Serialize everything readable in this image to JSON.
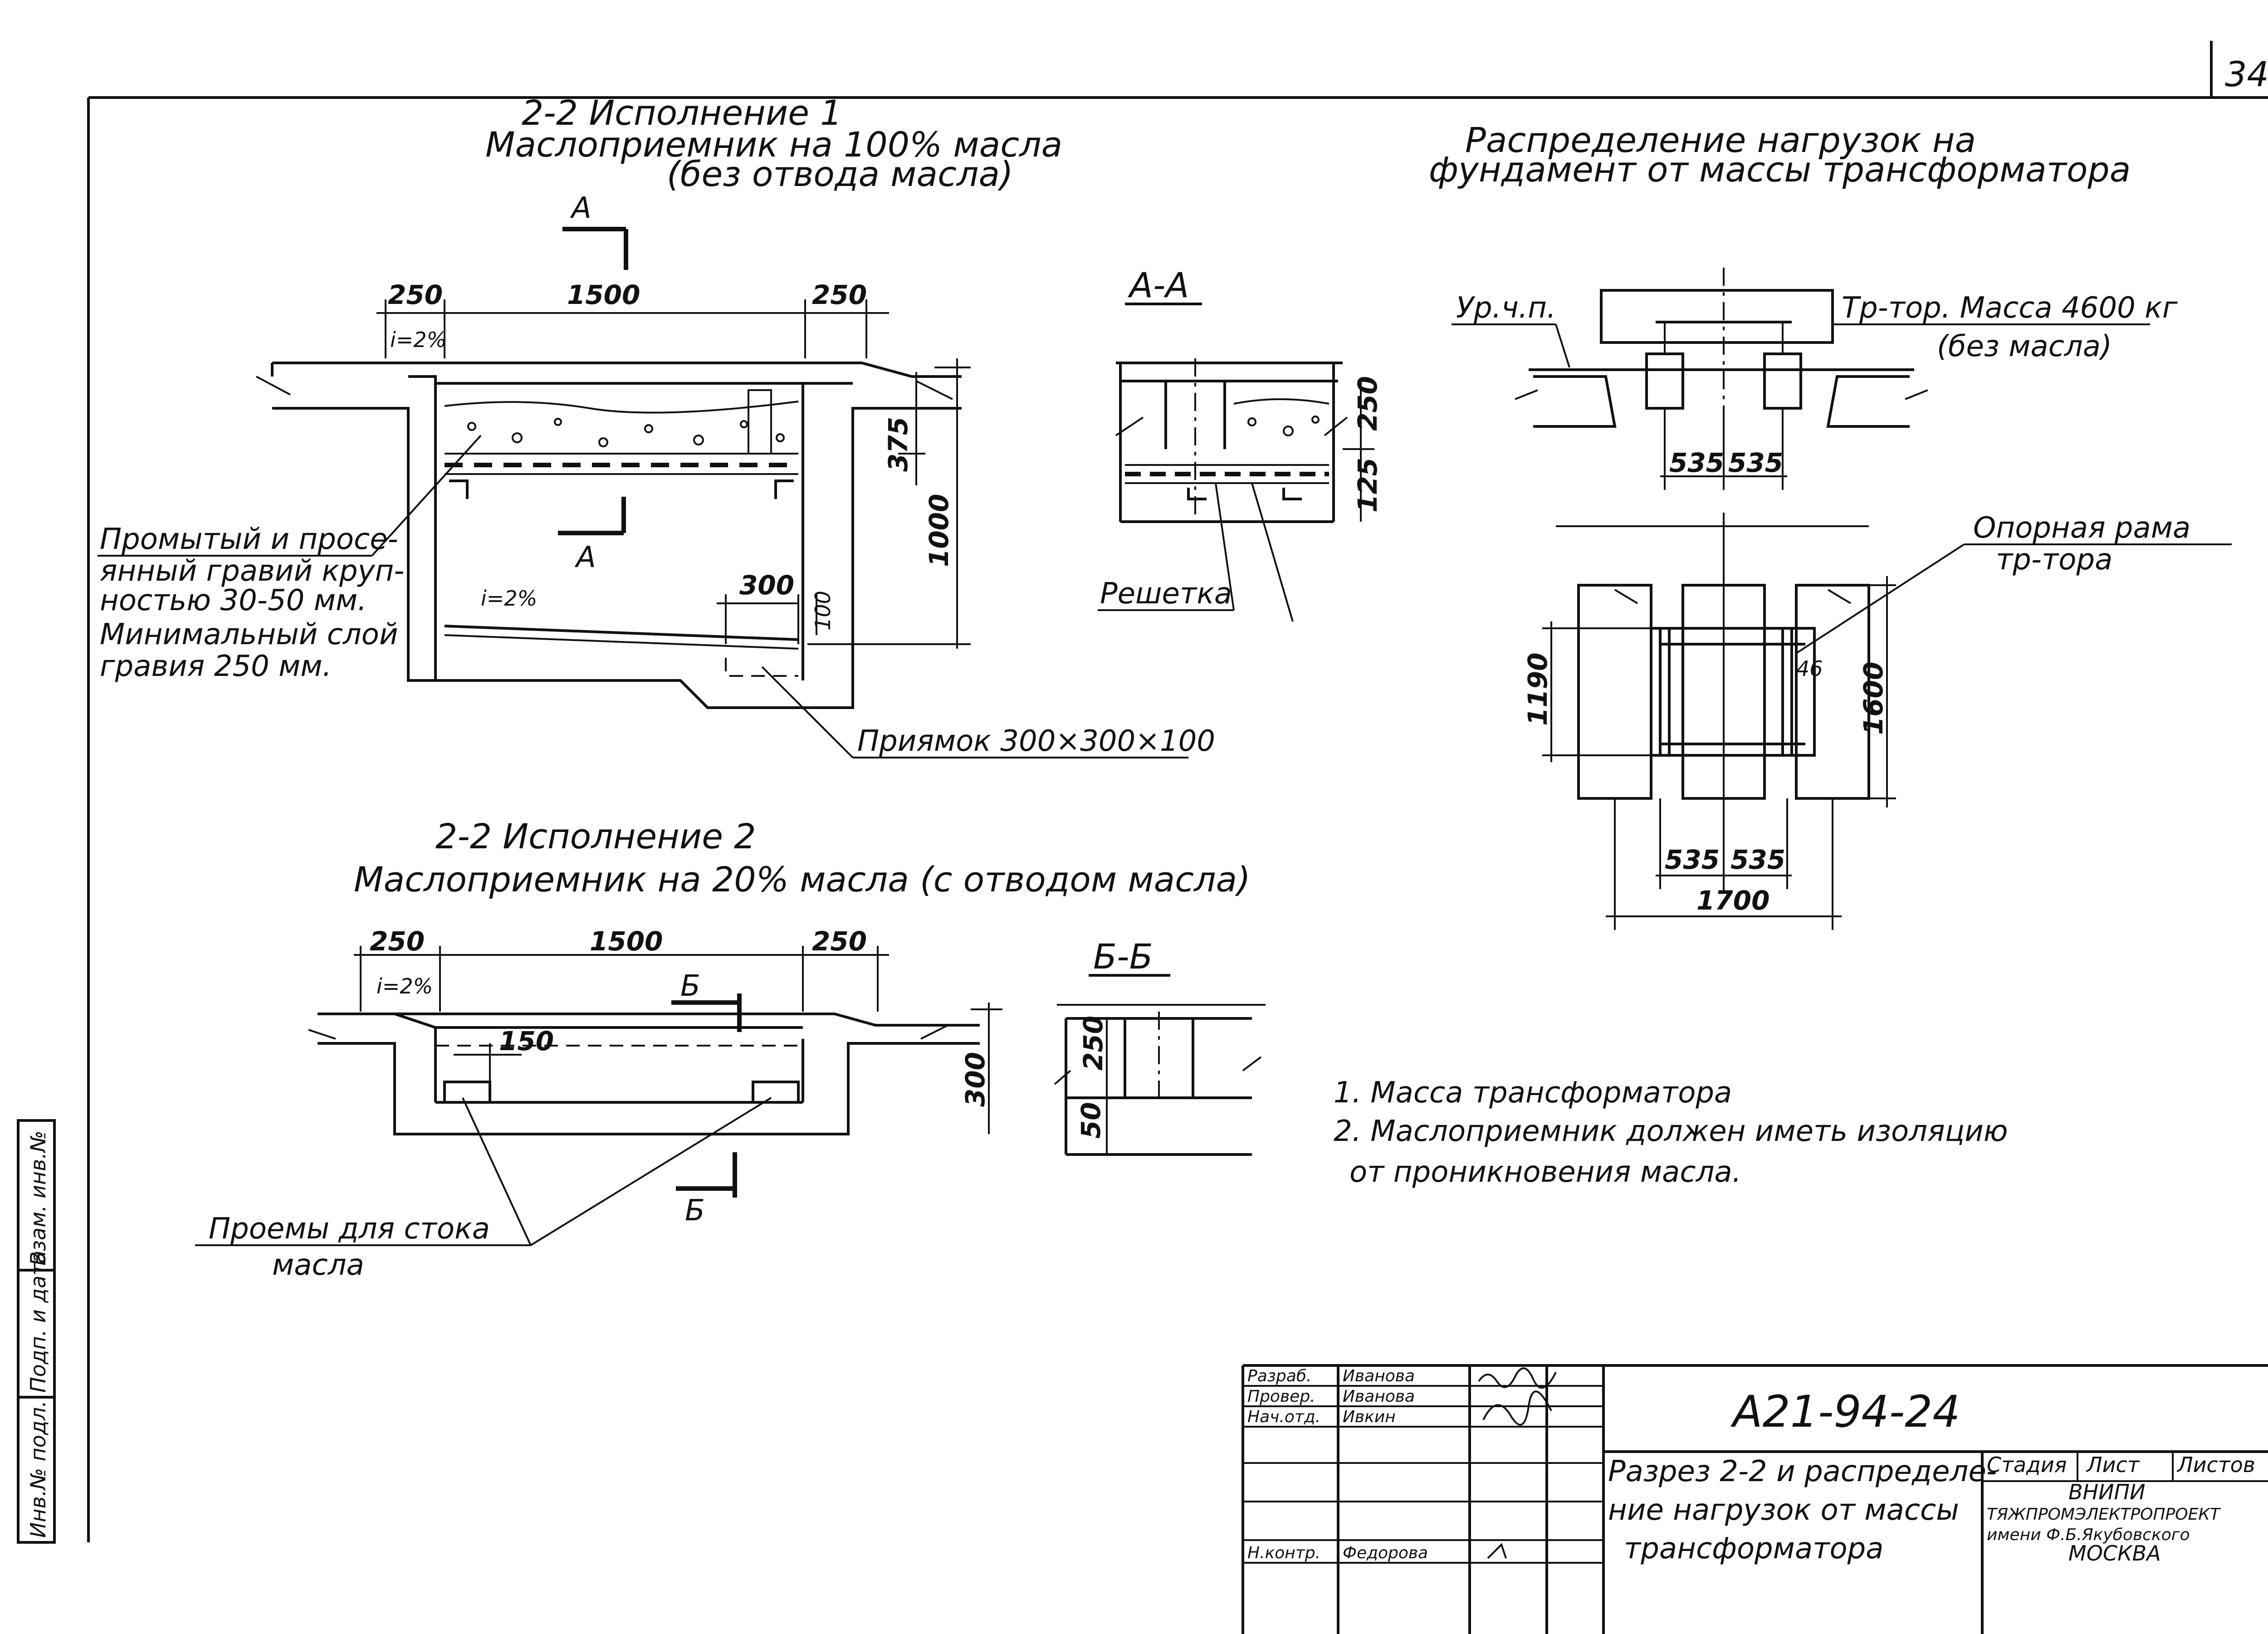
{
  "sheet_number": "34",
  "section1": {
    "title_line1": "2-2 Исполнение 1",
    "title_line2": "Маслоприемник на 100% масла",
    "title_line3": "(без отвода масла)",
    "cut_label": "А",
    "dims": {
      "left": "250",
      "middle": "1500",
      "right": "250",
      "layer": "375",
      "depth": "1000",
      "pit_w": "300",
      "pit_h": "100"
    },
    "slope_top": "i=2%",
    "slope_bottom": "i=2%",
    "gravel_note": [
      "Промытый и просе-",
      "янный гравий круп-",
      "ностью 30-50 мм.",
      "Минимальный слой",
      "гравия 250 мм."
    ],
    "pit_note": "Приямок 300×300×100"
  },
  "sectionAA": {
    "title": "А-А",
    "dims": {
      "top": "250",
      "bottom": "125"
    },
    "grid_label": "Решетка"
  },
  "loads": {
    "title_line1": "Распределение нагрузок на",
    "title_line2": "фундамент от массы трансформатора",
    "level_label": "Ур.ч.п.",
    "mass_label": "Тр-тор. Масса 4600 кг",
    "mass_note": "(без масла)",
    "dims_top": [
      "535",
      "535"
    ],
    "frame_label_line1": "Опорная рама",
    "frame_label_line2": "тр-тора",
    "dim_1190": "1190",
    "dim_1600": "1600",
    "dim_46": "46",
    "dims_bottom": [
      "535",
      "535"
    ],
    "dim_1700": "1700"
  },
  "section2": {
    "title_line1": "2-2 Исполнение 2",
    "title_line2": "Маслоприемник на 20% масла (с отводом масла)",
    "dims": {
      "left": "250",
      "middle": "1500",
      "right": "250",
      "opening": "150",
      "depth": "300"
    },
    "slope": "i=2%",
    "cut_label": "Б",
    "openings_note_line1": "Проемы для стока",
    "openings_note_line2": "масла"
  },
  "sectionBB": {
    "title": "Б-Б",
    "dims": {
      "upper": "250",
      "lower": "50"
    }
  },
  "notes": [
    "1. Масса трансформатора",
    "2. Маслоприемник должен иметь изоляцию",
    "от проникновения масла."
  ],
  "side_stamp": [
    "Инв.№ подл.",
    "Подп. и дата",
    "Взам. инв.№"
  ],
  "title_block": {
    "code": "А21-94-24",
    "rows": [
      {
        "role": "Разраб.",
        "name": "Иванова"
      },
      {
        "role": "Провер.",
        "name": "Иванова"
      },
      {
        "role": "Нач.отд.",
        "name": "Ивкин"
      },
      {
        "role": "Н.контр.",
        "name": "Федорова"
      }
    ],
    "description": [
      "Разрез 2-2 и распределе-",
      "ние нагрузок от массы",
      "трансформатора"
    ],
    "col_headers": [
      "Стадия",
      "Лист",
      "Листов"
    ],
    "org_line1": "ВНИПИ",
    "org_line2": "ТЯЖПРОМЭЛЕКТРОПРОЕКТ",
    "org_line3": "имени Ф.Б.Якубовского",
    "org_line4": "МОСКВА"
  }
}
